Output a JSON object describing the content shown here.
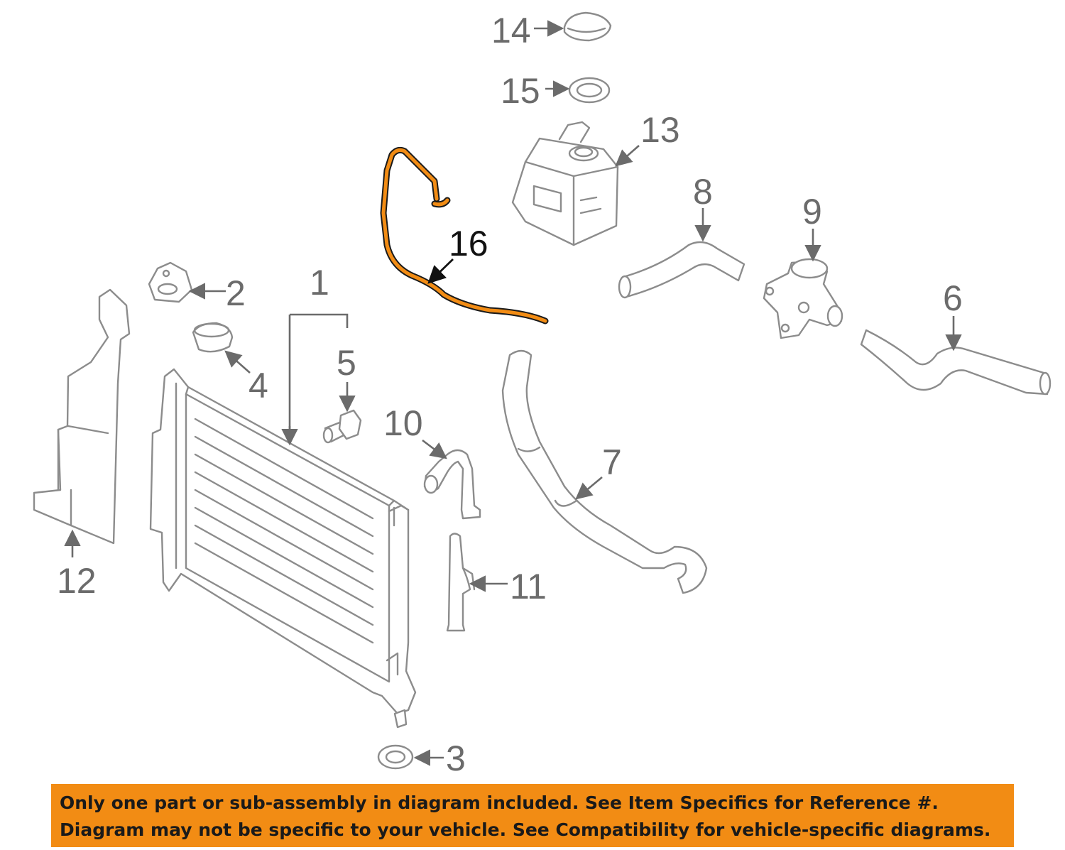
{
  "diagram": {
    "highlight_color": "#f28c14",
    "highlighted_part": "16",
    "callouts": {
      "c1": "1",
      "c2": "2",
      "c3": "3",
      "c4": "4",
      "c5": "5",
      "c6": "6",
      "c7": "7",
      "c8": "8",
      "c9": "9",
      "c10": "10",
      "c11": "11",
      "c12": "12",
      "c13": "13",
      "c14": "14",
      "c15": "15",
      "c16": "16"
    }
  },
  "banner": {
    "background": "#f28c14",
    "line1": "Only one part or sub-assembly in diagram included. See Item Specifics for Reference #.",
    "line2": "Diagram may not be specific to your vehicle. See Compatibility for vehicle-specific diagrams."
  }
}
